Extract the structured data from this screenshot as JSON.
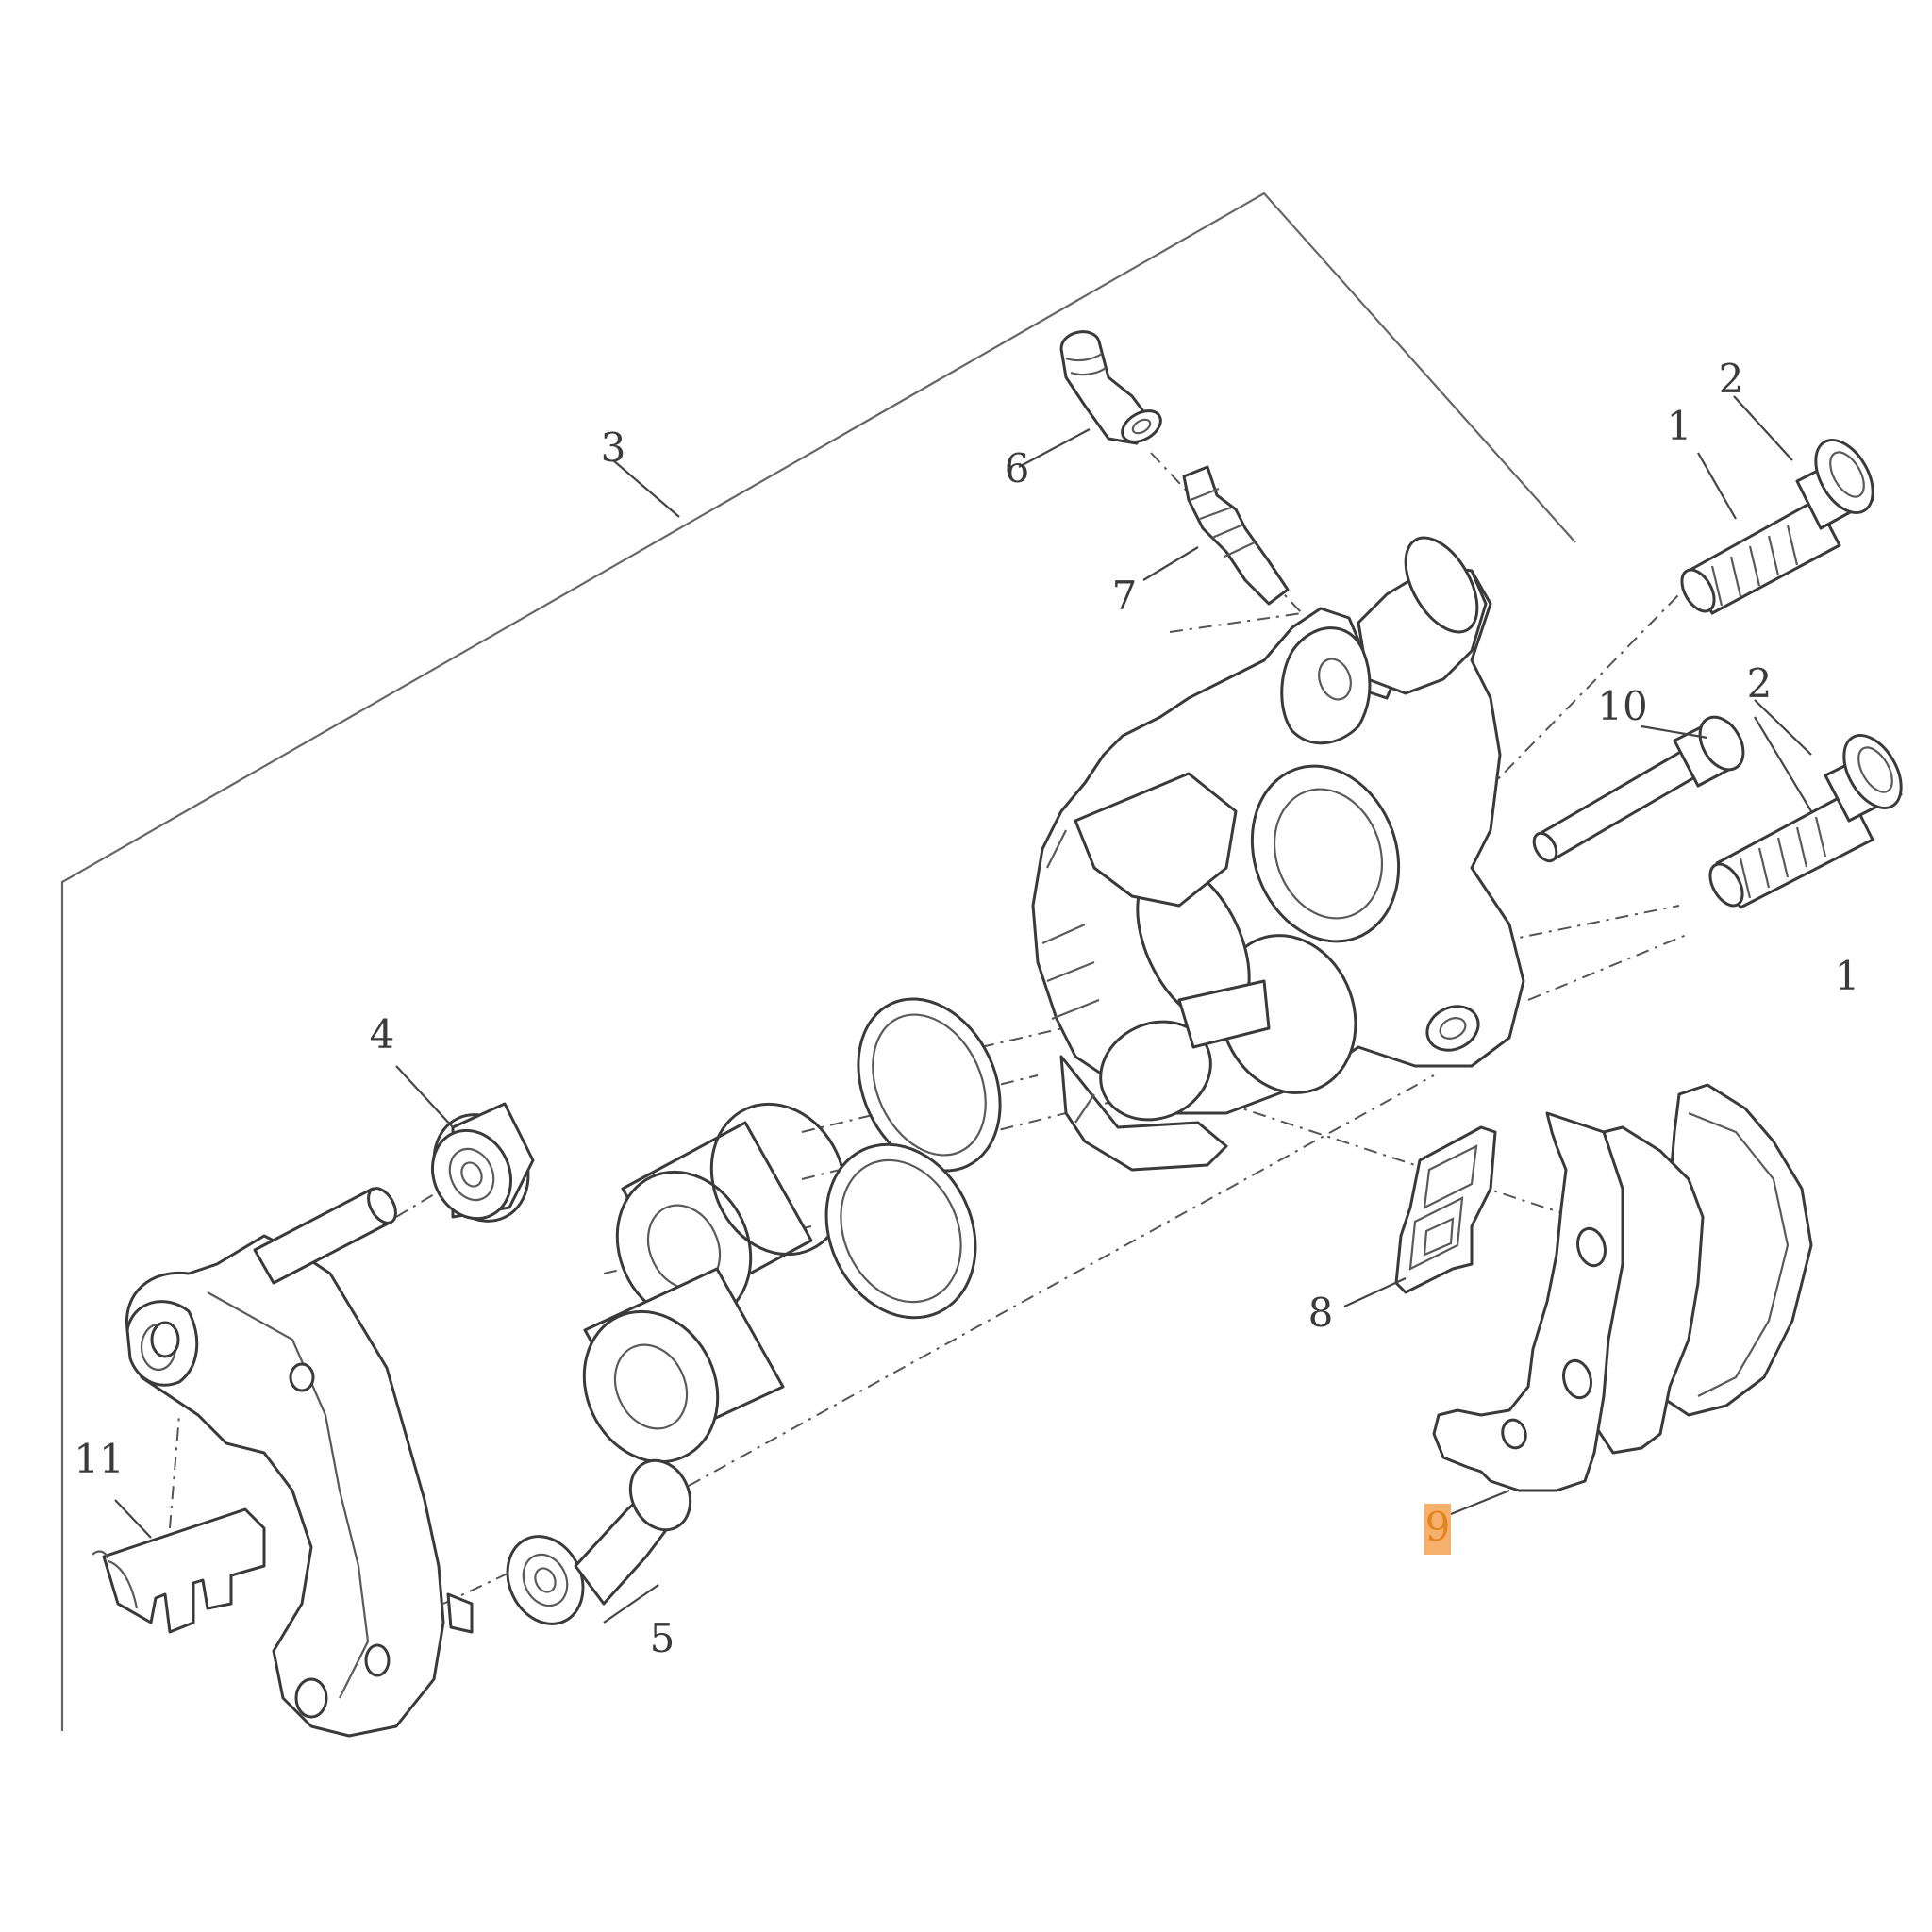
{
  "callouts": {
    "c1a": "1",
    "c1b": "1",
    "c2a": "2",
    "c2b": "2",
    "c3": "3",
    "c4": "4",
    "c5": "5",
    "c6": "6",
    "c7": "7",
    "c8": "8",
    "c9": "9",
    "c10": "10",
    "c11": "11"
  },
  "highlight": {
    "part": "9",
    "color": "#f7b06b"
  }
}
